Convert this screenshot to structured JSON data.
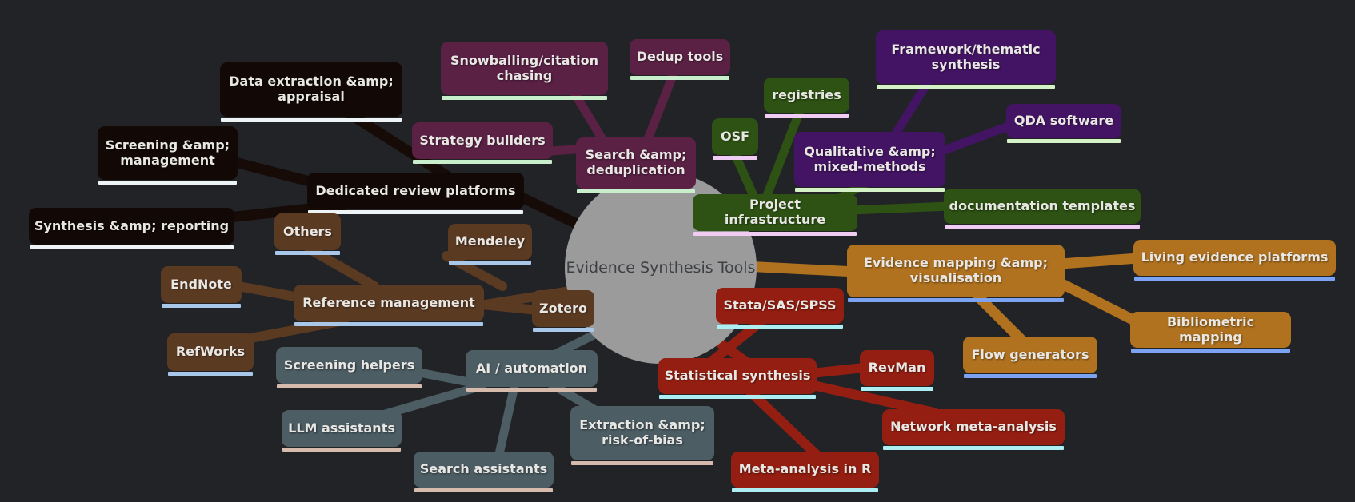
{
  "app": {
    "background_color": "#222327",
    "root_circle_color": "#9b9b9c",
    "root_text_color": "#3d3f44",
    "node_text_color": "#e8e7e4"
  },
  "mindmap": {
    "root": {
      "label": "Evidence Synthesis Tools"
    },
    "branches": {
      "dedicated_review": {
        "label": "Dedicated review platforms",
        "color": "#120906",
        "underline": "#eef4f6",
        "children": [
          "Data extraction &amp; appraisal",
          "Screening &amp; management",
          "Synthesis &amp; reporting"
        ]
      },
      "search_dedup": {
        "label": "Search &amp; deduplication",
        "color": "#5a2145",
        "underline": "#c9eecb",
        "children": [
          "Snowballing/citation chasing",
          "Dedup tools",
          "Strategy builders"
        ]
      },
      "project_infra": {
        "label": "Project infrastructure",
        "color": "#2d5213",
        "underline": "#f0ccf2",
        "children": [
          "registries",
          "OSF",
          "documentation templates"
        ]
      },
      "qualitative": {
        "label": "Qualitative &amp; mixed-methods",
        "parent": "project_infra",
        "color": "#431463",
        "underline": "#d5f2c6",
        "children": [
          "Framework/thematic synthesis",
          "QDA software"
        ]
      },
      "evidence_mapping": {
        "label": "Evidence mapping &amp; visualisation",
        "color": "#b0721f",
        "underline": "#7ba3f1",
        "children": [
          "Living evidence platforms",
          "Bibliometric mapping",
          "Flow generators"
        ]
      },
      "statistical": {
        "label": "Statistical synthesis",
        "color": "#941e11",
        "underline": "#aceef2",
        "children": [
          "Stata/SAS/SPSS",
          "RevMan",
          "Network meta-analysis",
          "Meta-analysis in R"
        ]
      },
      "ai_automation": {
        "label": "AI / automation",
        "color": "#4c5d64",
        "underline": "#d6baab",
        "children": [
          "Screening helpers",
          "LLM assistants",
          "Search assistants",
          "Extraction &amp; risk-of-bias"
        ]
      },
      "reference_mgmt": {
        "label": "Reference management",
        "color": "#5b3a22",
        "underline": "#a9c7e8",
        "children": [
          "Others",
          "Mendeley",
          "EndNote",
          "Zotero",
          "RefWorks"
        ]
      }
    }
  }
}
